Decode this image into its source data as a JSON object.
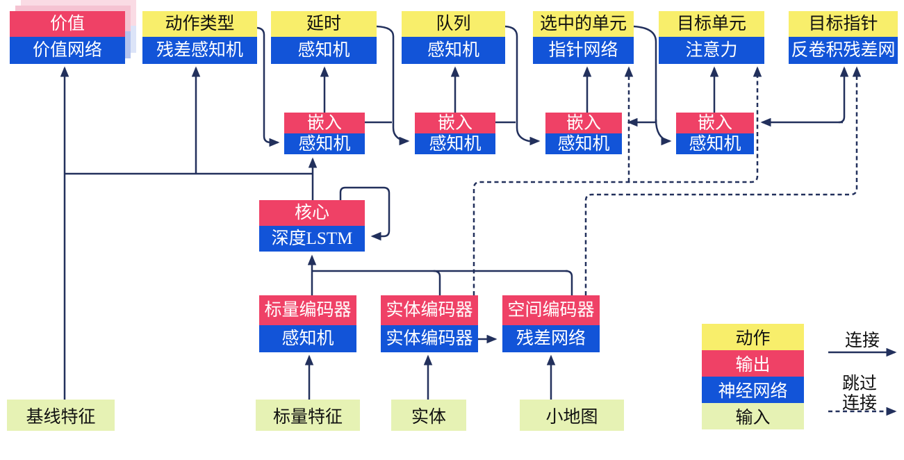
{
  "diagram": {
    "top_row": [
      {
        "head": "价值",
        "body": "价值网络",
        "head_color": "red"
      },
      {
        "head": "动作类型",
        "body": "残差感知机",
        "head_color": "yellow"
      },
      {
        "head": "延时",
        "body": "感知机",
        "head_color": "yellow"
      },
      {
        "head": "队列",
        "body": "感知机",
        "head_color": "yellow"
      },
      {
        "head": "选中的单元",
        "body": "指针网络",
        "head_color": "yellow"
      },
      {
        "head": "目标单元",
        "body": "注意力",
        "head_color": "yellow"
      },
      {
        "head": "目标指针",
        "body": "反卷积残差网",
        "head_color": "yellow"
      }
    ],
    "embeddings": [
      {
        "head": "嵌入",
        "body": "感知机"
      },
      {
        "head": "嵌入",
        "body": "感知机"
      },
      {
        "head": "嵌入",
        "body": "感知机"
      },
      {
        "head": "嵌入",
        "body": "感知机"
      }
    ],
    "core": {
      "head": "核心",
      "body": "深度LSTM"
    },
    "encoders": [
      {
        "head": "标量编码器",
        "body": "感知机"
      },
      {
        "head": "实体编码器",
        "body": "实体编码器"
      },
      {
        "head": "空间编码器",
        "body": "残差网络"
      }
    ],
    "inputs": [
      {
        "label": "基线特征"
      },
      {
        "label": "标量特征"
      },
      {
        "label": "实体"
      },
      {
        "label": "小地图"
      }
    ],
    "legend": {
      "swatches": [
        {
          "label": "动作",
          "color": "yellow"
        },
        {
          "label": "输出",
          "color": "red"
        },
        {
          "label": "神经网络",
          "color": "blue"
        },
        {
          "label": "输入",
          "color": "green"
        }
      ],
      "connection_label": "连接",
      "skip_label_line1": "跳过",
      "skip_label_line2": "连接"
    },
    "colors": {
      "yellow": "#f8ee6b",
      "red": "#ef4166",
      "blue": "#1254d8",
      "green": "#e6f2b4",
      "line": "#22305c",
      "shadow_pink": "#f5c3d2",
      "shadow_blue": "#b5c4ef",
      "shadow_pink2": "#fadbe4",
      "shadow_blue2": "#dce4f8"
    }
  }
}
